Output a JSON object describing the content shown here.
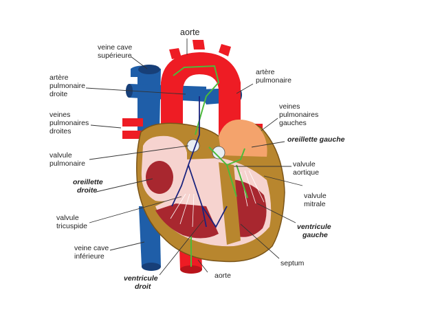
{
  "colors": {
    "artery": "#ee1c24",
    "vein": "#1f5ea8",
    "vein_dark": "#173f78",
    "muscle": "#b8862e",
    "muscle_dark": "#7a5418",
    "atrium_left": "#f4a36c",
    "chamber": "#a8272f",
    "chamber_light": "#f6d3cf",
    "valve": "#e9eef2",
    "conduction_green": "#4cbb3a",
    "conduction_blue": "#1a237e"
  },
  "labels": {
    "aorte_top": "aorte",
    "veine_cave_sup": [
      "veine cave",
      "supérieure"
    ],
    "artere_pulm_droite": [
      "artère",
      "pulmonaire",
      "droite"
    ],
    "veines_pulm_droites": [
      "veines",
      "pulmonaires",
      "droites"
    ],
    "valvule_pulmonaire": [
      "valvule",
      "pulmonaire"
    ],
    "oreillette_droite": [
      "oreillette",
      "droite"
    ],
    "valvule_tricuspide": [
      "valvule",
      "tricuspide"
    ],
    "veine_cave_inf": [
      "veine cave",
      "inférieure"
    ],
    "ventricule_droit": [
      "ventricule",
      "droit"
    ],
    "artere_pulmonaire": [
      "artère",
      "pulmonaire"
    ],
    "veines_pulm_gauches": [
      "veines",
      "pulmonaires",
      "gauches"
    ],
    "oreillette_gauche": "oreillette gauche",
    "valvule_aortique": [
      "valvule",
      "aortique"
    ],
    "valvule_mitrale": [
      "valvule",
      "mitrale"
    ],
    "ventricule_gauche": [
      "ventricule",
      "gauche"
    ],
    "septum": "septum",
    "aorte_bottom": "aorte"
  }
}
